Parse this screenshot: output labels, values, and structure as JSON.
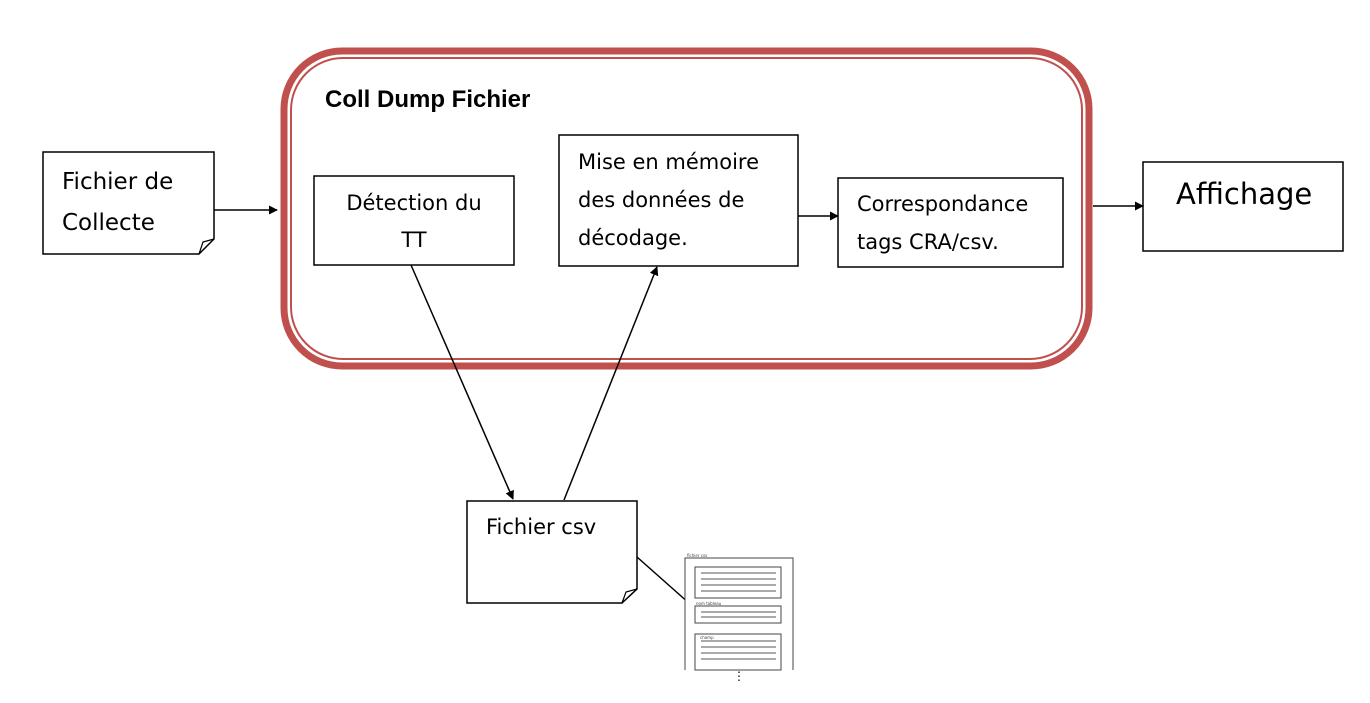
{
  "container": {
    "title": "Coll Dump Fichier",
    "border_color": "#c0504d"
  },
  "nodes": {
    "fichier_collecte": {
      "lines": [
        "Fichier de",
        "Collecte"
      ]
    },
    "detection": {
      "lines": [
        "Détection du",
        "TT"
      ]
    },
    "mise_en_memoire": {
      "lines": [
        "Mise en mémoire",
        "des données de",
        "décodage."
      ]
    },
    "correspondance": {
      "lines": [
        "Correspondance",
        "tags CRA/csv."
      ]
    },
    "affichage": {
      "label": "Affichage"
    },
    "fichier_csv": {
      "label": "Fichier csv"
    }
  },
  "thumbnail": {
    "section_labels": [
      "fichier csv",
      "nom tableau",
      "champ"
    ],
    "more": "⋮"
  }
}
